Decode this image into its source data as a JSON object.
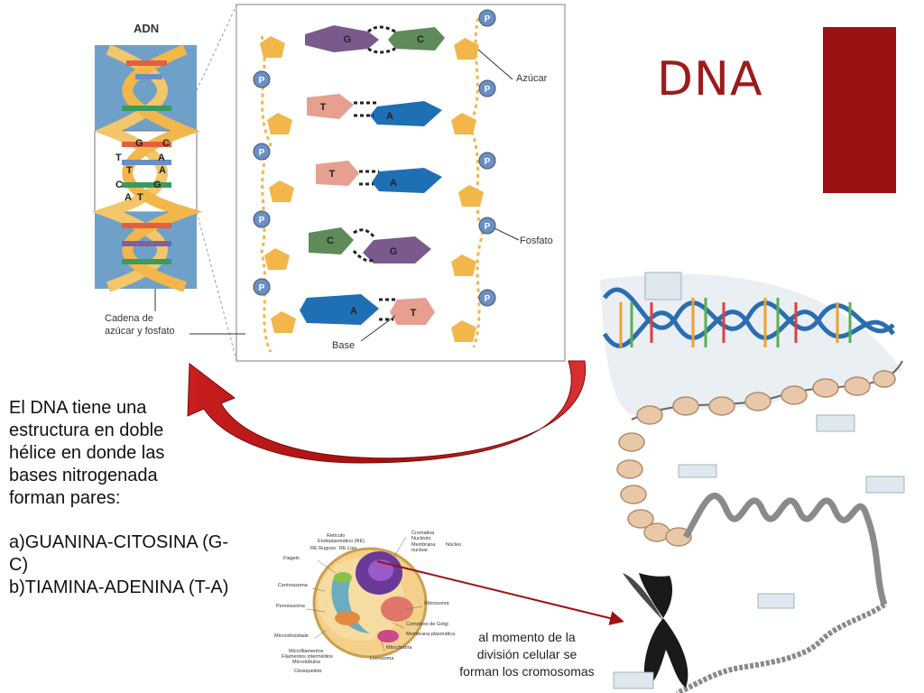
{
  "slide": {
    "title": "DNA",
    "body_lines": [
      "El DNA tiene una",
      "estructura en doble",
      "hélice en donde las",
      "bases nitrogenada",
      "forman pares:"
    ],
    "list_items": [
      "a)GUANINA-CITOSINA (G-",
      "C)",
      "b)TIAMINA-ADENINA (T-A)"
    ],
    "caption_lines": [
      "al momento de la",
      "división celular se",
      "forman los cromosomas"
    ]
  },
  "dna_figure": {
    "header": "ADN",
    "phosphate_letter": "P",
    "pairs": [
      {
        "left": "G",
        "right": "C"
      },
      {
        "left": "T",
        "right": "A"
      },
      {
        "left": "T",
        "right": "A"
      },
      {
        "left": "C",
        "right": "G"
      },
      {
        "left": "A",
        "right": "T"
      }
    ],
    "helix_labels": [
      "G",
      "C",
      "T",
      "A",
      "T",
      "A",
      "C",
      "G",
      "A",
      "T"
    ],
    "label_sugar": "Azúcar",
    "label_phosphate": "Fosfato",
    "label_base": "Base",
    "label_chain_1": "Cadena de",
    "label_chain_2": "azúcar y fosfato",
    "colors": {
      "G": "#7a5a8c",
      "C": "#5f8a5a",
      "T": "#e79f90",
      "A": "#1f6fb5",
      "sugar": "#f2b64a",
      "phosphate": "#6a8fc4"
    }
  },
  "cell_figure": {
    "labels_left": [
      "Retículo",
      "Endoplasmático (RE)",
      "RE Rugoso",
      "RE Liso",
      "Flagelo",
      "Centrossoma",
      "Peroxissoma",
      "Microvilosidade",
      "Microfilamentos",
      "Filamentos intermédios",
      "Microtúbulos",
      "Citosqueleto"
    ],
    "labels_right": [
      "Cromatina",
      "Nucléolo",
      "Membrana",
      "nuclear",
      "Núcleo",
      "Ribossoma",
      "Complexo de Golgi",
      "Membrana plasmática",
      "Mitocôndria",
      "Lisossoma"
    ]
  },
  "chromatin_figure": {
    "callouts": [
      "",
      "",
      "",
      "",
      "",
      ""
    ]
  }
}
